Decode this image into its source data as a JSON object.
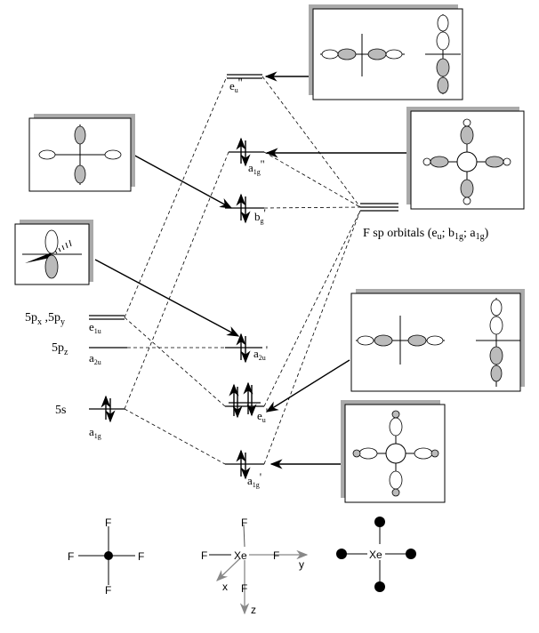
{
  "xe_levels": {
    "p_xy": {
      "label_a": "5p",
      "sub_a": "x",
      "label_b": " ,5p",
      "sub_b": "y",
      "sym": "e",
      "sym_sub": "1u"
    },
    "p_z": {
      "label": "5p",
      "sub": "z",
      "sym": "a",
      "sym_sub": "2u"
    },
    "s": {
      "label": "5s",
      "sym": "a",
      "sym_sub": "1g"
    }
  },
  "mo_levels": {
    "eu2": {
      "sym": "e",
      "sub": "u",
      "sup": "''"
    },
    "a1g2": {
      "sym": "a",
      "sub": "1g",
      "sup": "''"
    },
    "bg1": {
      "sym": "b",
      "sub": "g",
      "sup": "'"
    },
    "a2u1": {
      "sym": "a",
      "sub": "2u",
      "sup": "'"
    },
    "eu1": {
      "sym": "e",
      "sub": "u",
      "sup": "'"
    },
    "a1g1": {
      "sym": "a",
      "sub": "1g",
      "sup": "'"
    }
  },
  "f_orbitals": {
    "text": "F sp orbitals (e",
    "s1": "u",
    "t2": "; b",
    "s2": "1g",
    "t3": "; a",
    "s3": "1g",
    "t4": ")"
  },
  "molecules": {
    "f": "F",
    "xe": "Xe",
    "axis_x": "x",
    "axis_y": "y",
    "axis_z": "z"
  },
  "colors": {
    "shadow": "#aaaaaa",
    "lobe_fill": "#bbbbbb",
    "axis": "#888888"
  }
}
